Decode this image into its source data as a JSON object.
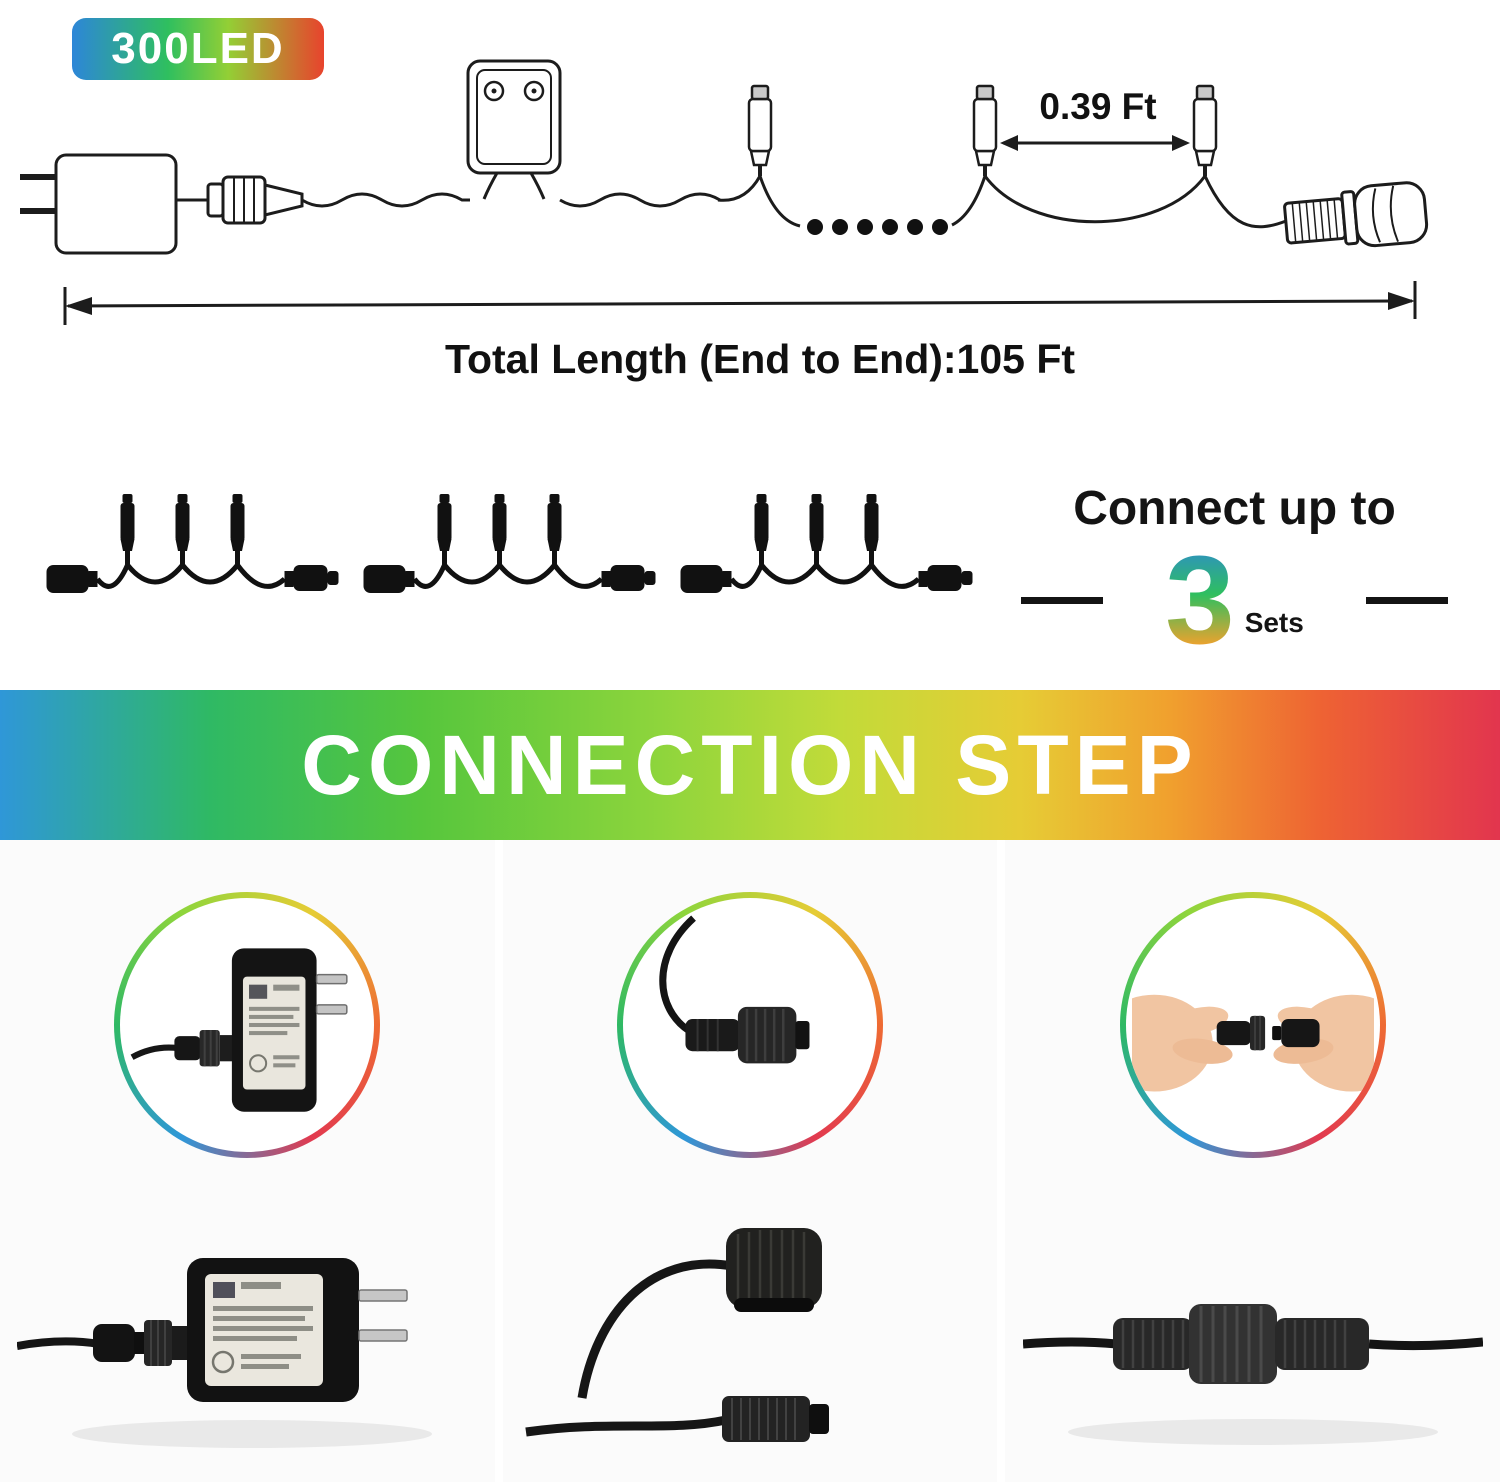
{
  "badge": {
    "label": "300LED"
  },
  "diagram": {
    "spacing_label": "0.39 Ft",
    "total_length_label": "Total Length (End to End):105 Ft"
  },
  "connect": {
    "heading": "Connect up to",
    "number": "3",
    "unit": "Sets"
  },
  "banner": {
    "title": "CONNECTION STEP"
  },
  "steps": [
    {
      "name": "plug-adapter-with-connector"
    },
    {
      "name": "connector-with-waterproof-cap"
    },
    {
      "name": "hands-joining-connectors"
    }
  ],
  "colors": {
    "badge_gradient": "#2d86d8 0%, #2fbf5f 38%, #93cf35 62%, #e8432d 100%",
    "banner_gradient": "#2f97d8 0%, #2fb964 14%, #56c63d 28%, #8ed53c 44%, #c2db39 56%, #e6cc35 68%, #f0a02e 78%, #ee6333 88%, #e2354e 100%",
    "ring_gradient": "#2f97d8, #2fb964, #8ed53c, #e6cc35, #ee6a33, #e23a4f, #2f97d8",
    "number_gradient": "#2d86d8 0%, #2fbf5f 45%, #e9a32f 85%, #e8432d 100%"
  }
}
